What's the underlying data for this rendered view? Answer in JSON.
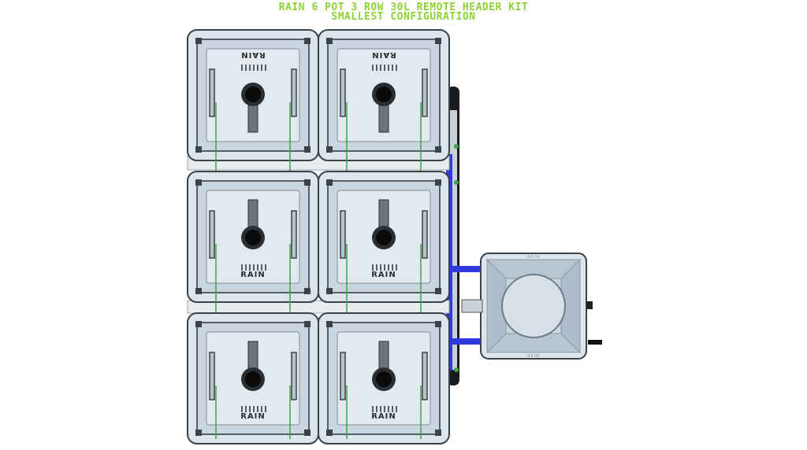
{
  "title": {
    "line1": "RAIN 6 POT 3 ROW 30L REMOTE HEADER KIT",
    "line2": "SMALLEST CONFIGURATION"
  },
  "pots": [
    {
      "label": "RAIN",
      "orientation": "flipped"
    },
    {
      "label": "RAIN",
      "orientation": "flipped"
    },
    {
      "label": "RAIN",
      "orientation": "normal"
    },
    {
      "label": "RAIN",
      "orientation": "normal"
    },
    {
      "label": "RAIN",
      "orientation": "normal"
    },
    {
      "label": "RAIN",
      "orientation": "normal"
    }
  ],
  "reservoir": {
    "label_top": "RAIN",
    "label_bottom": "RAIN"
  },
  "colors": {
    "title": "#8ed23a",
    "pot_body": "#dce5ec",
    "pot_inner": "#c9d5df",
    "pot_outline": "#3b4248",
    "pipe_blue": "#2f3be0",
    "drip_green": "#3fa34a",
    "dark": "#111111"
  },
  "icons": [
    "pot-icon",
    "reservoir-icon",
    "pipe-icon",
    "drip-line-icon"
  ]
}
